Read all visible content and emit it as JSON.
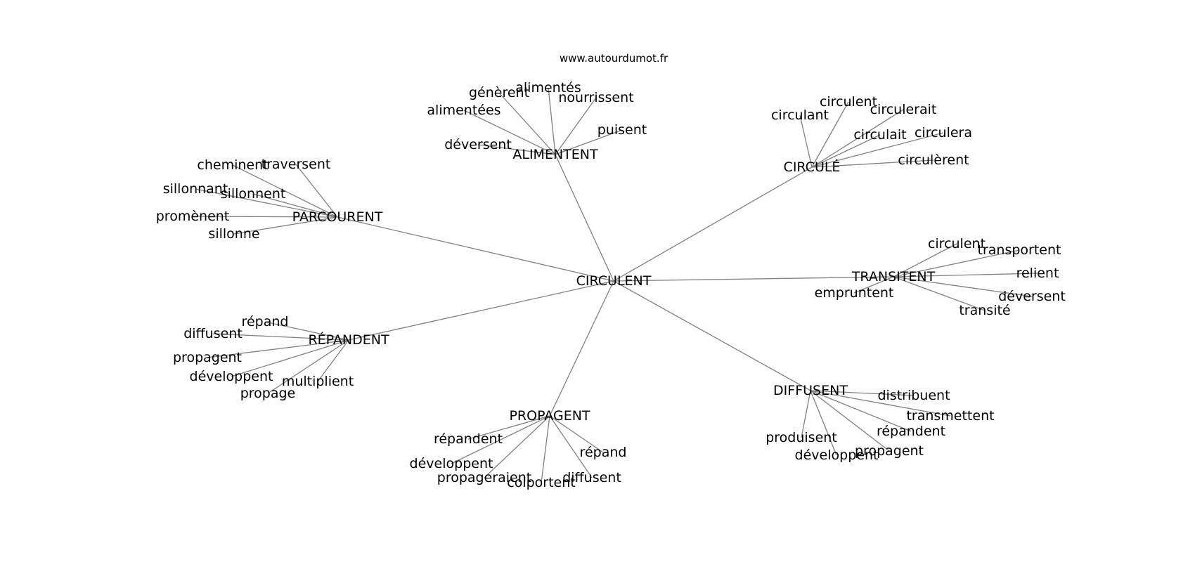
{
  "watermark": "www.autourdumot.fr",
  "graph": {
    "center": "CIRCULENT",
    "clusters": [
      {
        "hub": "ALIMENTENT",
        "leaves": [
          "alimentés",
          "génèrent",
          "nourrissent",
          "alimentées",
          "puisent",
          "déversent"
        ]
      },
      {
        "hub": "CIRCULÉ",
        "leaves": [
          "circulent",
          "circulant",
          "circulerait",
          "circulait",
          "circulera",
          "circulèrent"
        ]
      },
      {
        "hub": "PARCOURENT",
        "leaves": [
          "cheminent",
          "traversent",
          "sillonnant",
          "sillonnent",
          "promènent",
          "sillonne"
        ]
      },
      {
        "hub": "TRANSITENT",
        "leaves": [
          "circulent",
          "transportent",
          "relient",
          "empruntent",
          "déversent",
          "transité"
        ]
      },
      {
        "hub": "RÉPANDENT",
        "leaves": [
          "répand",
          "diffusent",
          "propagent",
          "développent",
          "multiplient",
          "propage"
        ]
      },
      {
        "hub": "DIFFUSENT",
        "leaves": [
          "distribuent",
          "transmettent",
          "répandent",
          "produisent",
          "développent",
          "propagent"
        ]
      },
      {
        "hub": "PROPAGENT",
        "leaves": [
          "répandent",
          "répand",
          "développent",
          "propageraient",
          "colportent",
          "diffusent"
        ]
      }
    ]
  }
}
